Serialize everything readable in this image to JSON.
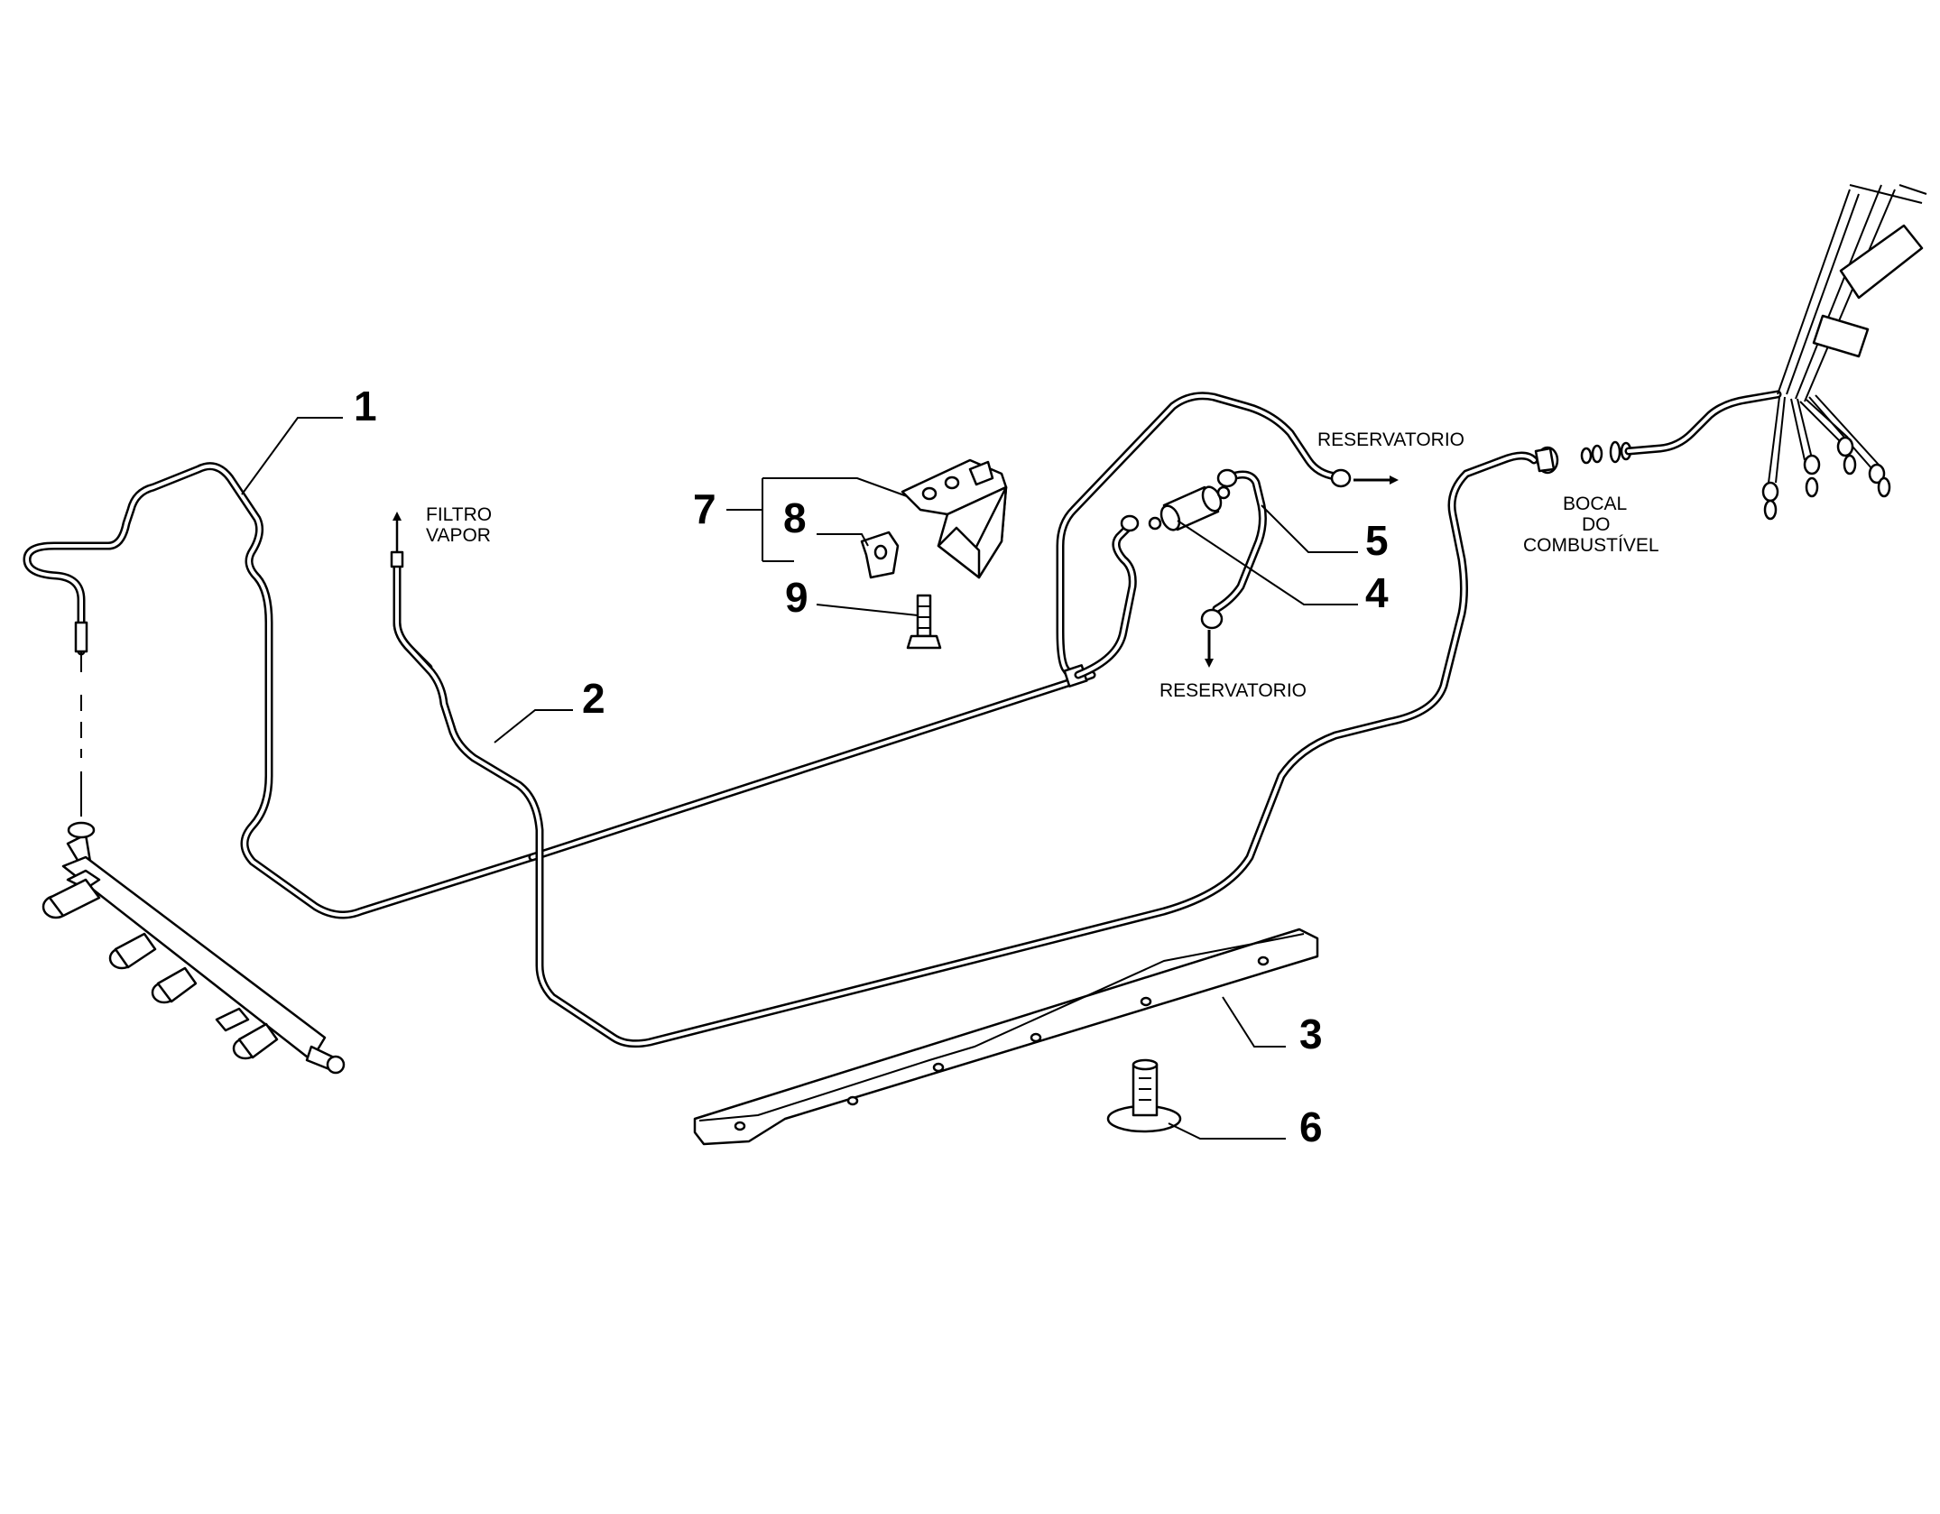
{
  "callouts": [
    "1",
    "2",
    "3",
    "4",
    "5",
    "6",
    "7",
    "8",
    "9"
  ],
  "labels": {
    "filtro": "FILTRO",
    "vapor": "VAPOR",
    "reservatorio_top": "RESERVATORIO",
    "reservatorio_bottom": "RESERVATORIO",
    "bocal": "BOCAL",
    "do": "DO",
    "combustivel": "COMBUSTÍVEL"
  },
  "icons": [
    "arrow-icon",
    "fuel-filter-icon",
    "fuel-rail-icon",
    "bracket-icon",
    "bolt-icon",
    "clip-icon",
    "grommet-icon",
    "strip-icon"
  ]
}
